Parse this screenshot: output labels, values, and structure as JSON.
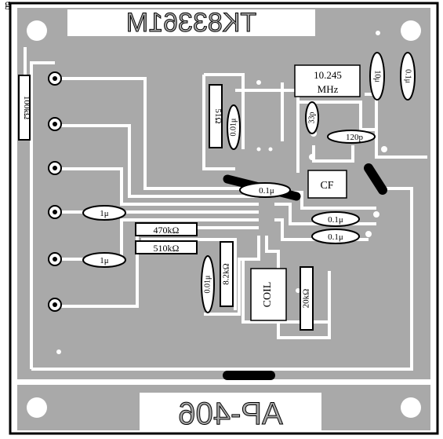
{
  "top_clip_text": "g        p",
  "board_title_mirrored": "TK83361M",
  "board_code_mirrored": "AP-406",
  "components": {
    "r_left": "100kΩ",
    "r_51": "51Ω",
    "c_001_a": "0.01μ",
    "crystal_freq": "10.245",
    "crystal_unit": "MHz",
    "c_33p": "33p",
    "c_10u": "10μ",
    "c_01u_right": "0.1μ",
    "c_120p": "120p",
    "cf": "CF",
    "c_01u_center": "0.1μ",
    "c_1u_a": "1μ",
    "c_01u_b": "0.1μ",
    "c_01u_c": "0.1μ",
    "r_470k": "470kΩ",
    "r_510k": "510kΩ",
    "c_1u_b": "1μ",
    "c_001_b": "0.01μ",
    "r_82k": "8.2kΩ",
    "coil": "COIL",
    "r_20k": "20kΩ"
  },
  "colors": {
    "copper": "#a9a9a9",
    "board_bg": "#ffffff",
    "outline": "#000000"
  }
}
